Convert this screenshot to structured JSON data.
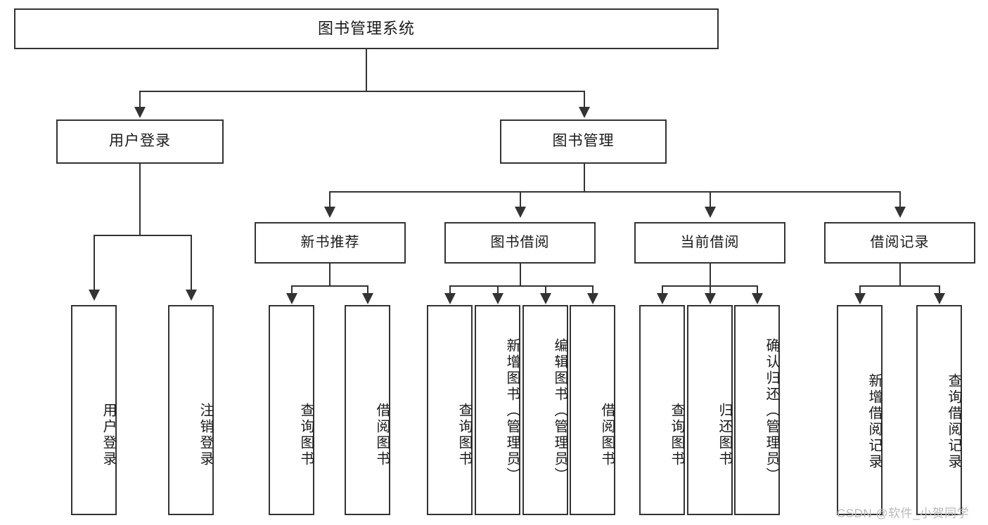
{
  "diagram": {
    "title": "图书管理系统",
    "root": {
      "label": "图书管理系统"
    },
    "level1": [
      {
        "label": "用户登录"
      },
      {
        "label": "图书管理"
      }
    ],
    "level2": [
      {
        "label": "新书推荐"
      },
      {
        "label": "图书借阅"
      },
      {
        "label": "当前借阅"
      },
      {
        "label": "借阅记录"
      }
    ],
    "leaves": {
      "user_login": [
        {
          "label": "用户登录"
        },
        {
          "label": "注销登录"
        }
      ],
      "new_book": [
        {
          "label": "查询图书"
        },
        {
          "label": "借阅图书"
        }
      ],
      "book_borrow": [
        {
          "label": "查询图书"
        },
        {
          "label": "新增图书（管理员）"
        },
        {
          "label": "编辑图书（管理员）"
        },
        {
          "label": "借阅图书"
        }
      ],
      "current_borrow": [
        {
          "label": "查询图书"
        },
        {
          "label": "归还图书"
        },
        {
          "label": "确认归还（管理员）"
        }
      ],
      "borrow_record": [
        {
          "label": "新增借阅记录"
        },
        {
          "label": "查询借阅记录"
        }
      ]
    }
  },
  "watermark": {
    "text": "CSDN @软件_小贺同学"
  },
  "colors": {
    "stroke": "#333333",
    "text": "#1a1a1a",
    "background": "#ffffff",
    "watermark": "#b9b9b9"
  }
}
